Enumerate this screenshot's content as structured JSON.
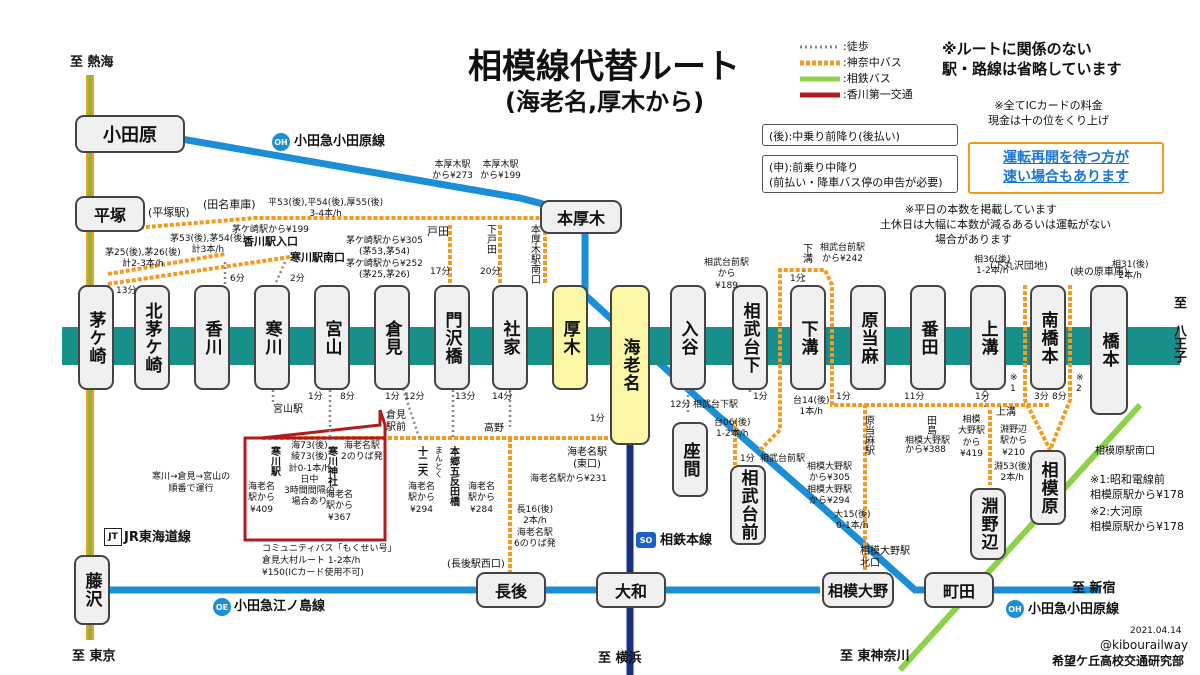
{
  "title": "相模線代替ルート",
  "subtitle": "(海老名,厚木から)",
  "legend": {
    "walk": ":徒歩",
    "kanachu": ":神奈中バス",
    "sotetsu_bus": ":相鉄バス",
    "kagawa": ":香川第一交通",
    "colors": {
      "walk": "#888888",
      "kanachu": "#f39a1f",
      "sotetsu_bus": "#8cd14a",
      "kagawa": "#b01c1c",
      "sagami": "#17908c",
      "odakyu": "#1a8fd8",
      "sotetsu": "#1a2f80",
      "jr": "#f39a1f"
    }
  },
  "notes": {
    "omitted": "※ルートに関係のない\n駅・路線は省略しています",
    "ic": "※全てICカードの料金\n現金は十の位をくり上げ",
    "boarding_rear": "(後):中乗り前降り(後払い)",
    "boarding_front_1": "(申):前乗り中降り",
    "boarding_front_2": "(前払い・降車バス停の申告が必要)",
    "resume_1": "運転再開を待つ方が",
    "resume_2": "速い場合もあります",
    "weekday_1": "※平日の本数を掲載しています",
    "weekday_2": "土休日は大幅に本数が減るあるいは運転がない",
    "weekday_3": "場合があります",
    "fare1_1": "※1:昭和電線前",
    "fare1_2": "相模原駅から¥178",
    "fare2_1": "※2:大河原",
    "fare2_2": "相模原駅から¥178",
    "date": "2021.04.14",
    "handle": "@kibourailway",
    "club": "希望ケ丘高校交通研究部"
  },
  "directions": {
    "atami": "至 熱海",
    "tokyo": "至 東京",
    "hachioji": "至 八王子",
    "shinjuku": "至 新宿",
    "yokohama": "至 横浜",
    "higashikanagawa": "至 東神奈川"
  },
  "lines": {
    "odakyu_odawara": "小田急小田原線",
    "odakyu_enoshima": "小田急江ノ島線",
    "jr_tokaido": "JR東海道線",
    "sotetsu_main": "相鉄本線",
    "odakyu_odawara_east": "小田急小田原線",
    "jt_badge": "JT",
    "oh_badge": "OH",
    "oe_badge": "OE",
    "so_badge": "SO"
  },
  "sagami_stations": [
    "茅ケ崎",
    "北茅ケ崎",
    "香川",
    "寒川",
    "宮山",
    "倉見",
    "門沢橋",
    "社家",
    "厚木",
    "海老名",
    "入谷",
    "相武台下",
    "下溝",
    "原当麻",
    "番田",
    "上溝",
    "南橋本",
    "橋本"
  ],
  "other_stations": {
    "odawara": "小田原",
    "hiratsuka": "平塚",
    "honatsugi": "本厚木",
    "fujisawa": "藤沢",
    "nagago": "長後",
    "yamato": "大和",
    "zama": "座間",
    "sagamiono": "相模大野",
    "machida": "町田",
    "sobudaimae": "相武台前",
    "sagamihara": "相模原",
    "fuchinobe": "淵野辺"
  },
  "stops": {
    "hiratsuka_eki": "(平塚駅)",
    "tamurashako": "(田名車庫)",
    "kagawa_iriguchi": "香川駅入口",
    "samukawa_minami": "寒川駅南口",
    "todai": "戸田",
    "shimotoda": "下戸田",
    "honatsugi_minami": "本厚木駅南口",
    "miyayama_eki": "宮山駅",
    "kuramiekimae": "倉見\n駅前",
    "takano": "高野",
    "ebina_higashi": "海老名駅\n(東口)",
    "sobudaishita_eki": "相武台下駅",
    "sobudaimae_eki": "相武台前駅",
    "nagago_nishi": "(長後駅西口)",
    "sagamiono_kita": "相模大野駅\n北口",
    "sagamihara_minami": "相模原駅南口",
    "kamimizo_stop": "上溝",
    "shimomaruko": "(下丸沢団地)",
    "kyonohara": "(峡の原車庫)"
  },
  "vstops": {
    "samukawa_eki": "寒川駅",
    "samukawa_jinja": "寒川神社",
    "juniten": "十二天",
    "hongo_gotanda": "本郷五反田橋",
    "mantoku": "まんとく",
    "shimomizo_top": "下溝",
    "taima_eki": "原当麻駅",
    "tajima": "田島",
    "shimomizo_kaido": "本厚木駅南口"
  },
  "bus_notes": {
    "hiratsuka_routes": "平53(後),平54(後),厚55(後)\n3-4本/h",
    "chigasaki_199": "茅ケ崎駅から¥199",
    "hira_route2": "茅53(後),茅54(後)\n計3本/h",
    "chigasaki_route": "茅25(後),茅26(後)\n計2-3本/h",
    "kurami_routes": "茅ケ崎駅から¥305\n(茅53,茅54)\n茅ケ崎駅から¥252\n(茅25,茅26)",
    "honatsugi_273": "本厚木駅\nから¥273",
    "honatsugi_199": "本厚木駅\nから¥199",
    "sobudaimae_242": "相武台前駅\nから¥242",
    "sobudaimae_189": "相武台前駅\nから\n¥189",
    "zama_06": "台06(後)\n1-2本/h",
    "dai_14": "台14(後)\n1本/h",
    "sagamiono_305": "相模大野駅\nから¥305\n相模大野駅\nから¥294",
    "ono_15": "大15(後)\n0-1本/h",
    "sagamiono_388": "相模大野駅\nから¥388",
    "sagamiono_419": "相模\n大野駅\nから\n¥419",
    "fuchinobe_210": "淵野辺\n駅から\n¥210",
    "fuchi_53": "淵53(後)\n2本/h",
    "hashi_36": "相36(後)\n1-2本/h",
    "hashi_31": "相31(後)\n2本/h",
    "ebina_231": "海老名駅から¥231",
    "naga_16": "長16(後)\n2本/h\n海老名駅\n6のりば発",
    "kurami_kaido": "海老名駅\n2のりば発",
    "ebina_409": "海老名\n駅から\n¥409",
    "ebina_367": "海老名\n駅から\n¥367",
    "ebina_294": "海老名\n駅から\n¥294",
    "ebina_284": "海老名\n駅から\n¥284",
    "ebi_73": "海73(後)\n綾73(後)\n計0-1本/h\n日中\n3時間間隔の\n場合あり",
    "loop_note": "寒川→倉見→宮山の\n順番で運行",
    "community_1": "コミュニティバス「もくせい号」",
    "community_2": "倉見大村ルート  1-2本/h",
    "community_3": "¥150(ICカード使用不可)"
  },
  "walk_times": {
    "ch_13": "13分",
    "ka_6": "6分",
    "sa_2": "2分",
    "to_17": "17分",
    "sh_20": "20分",
    "mi_1": "1分",
    "mi_8": "8分",
    "ku_1": "1分",
    "ku_12": "12分",
    "mo_13": "13分",
    "sy_14": "14分",
    "eb_1": "1分",
    "ir_12": "12分",
    "sd_1a": "1分",
    "sd_1b": "1分",
    "sz_1": "1分",
    "smz_1": "1分",
    "bd_11": "11分",
    "km_1": "1分",
    "nh_3": "3分",
    "nh_8": "8分",
    "mark1": "※\n1",
    "mark2": "※\n2"
  }
}
